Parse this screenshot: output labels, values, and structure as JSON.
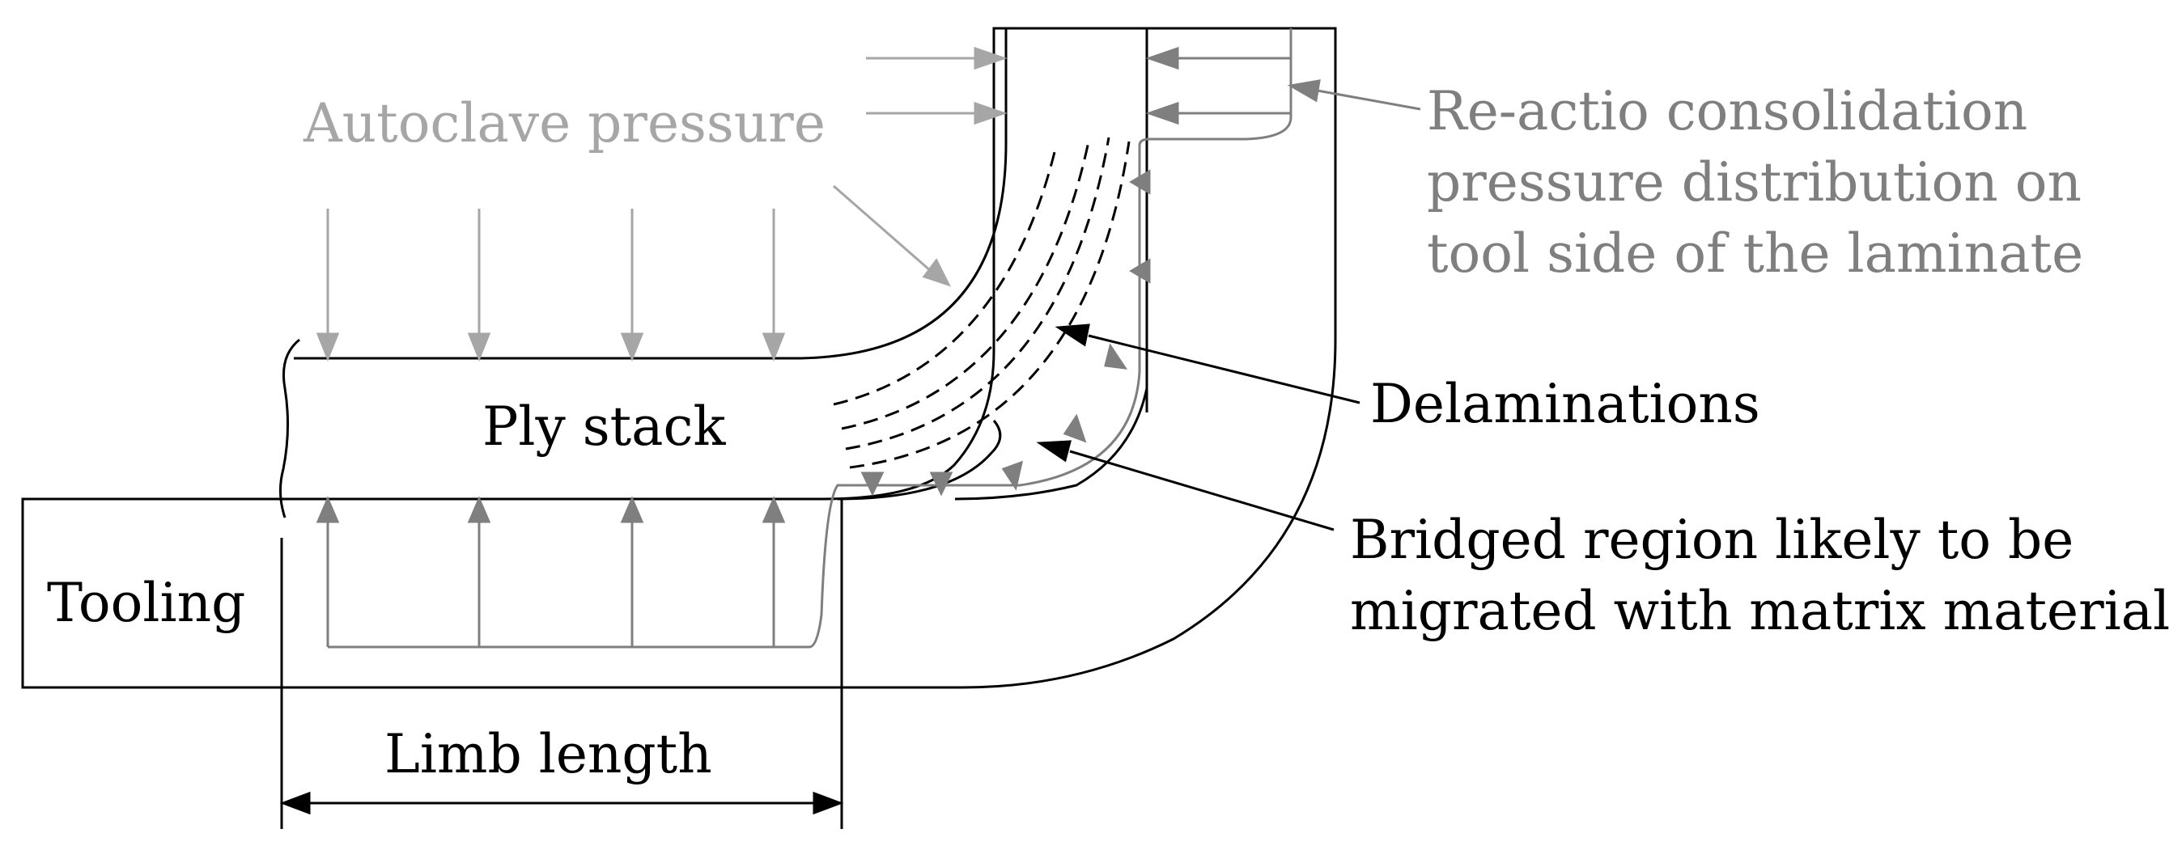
{
  "labels": {
    "autoclave_pressure": "Autoclave pressure",
    "reaction_line1": "Re-actio consolidation",
    "reaction_line2": "pressure distribution on",
    "reaction_line3": "tool side of the laminate",
    "delaminations": "Delaminations",
    "bridged_line1": "Bridged region likely to be",
    "bridged_line2": "migrated with matrix material",
    "ply_stack": "Ply stack",
    "tooling": "Tooling",
    "limb_length": "Limb length"
  },
  "colors": {
    "outline": "#000000",
    "autoclave": "#a6a6a6",
    "reaction": "#7f7f7f",
    "background": "#ffffff"
  }
}
